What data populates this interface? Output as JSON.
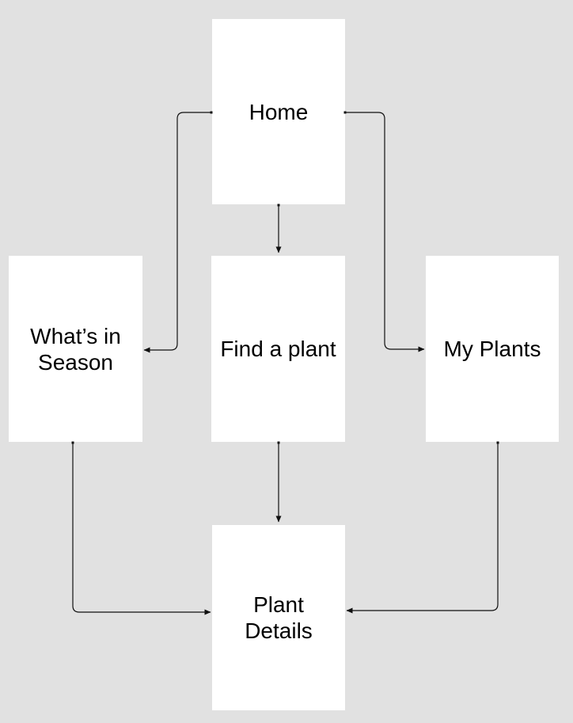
{
  "diagram": {
    "nodes": [
      {
        "id": "home",
        "label": "Home"
      },
      {
        "id": "whats-in-season",
        "label": "What’s in Season"
      },
      {
        "id": "find-a-plant",
        "label": "Find a plant"
      },
      {
        "id": "my-plants",
        "label": "My Plants"
      },
      {
        "id": "plant-details",
        "label": "Plant Details"
      }
    ],
    "edges": [
      {
        "from": "home",
        "to": "whats-in-season"
      },
      {
        "from": "home",
        "to": "find-a-plant"
      },
      {
        "from": "home",
        "to": "my-plants"
      },
      {
        "from": "whats-in-season",
        "to": "plant-details"
      },
      {
        "from": "find-a-plant",
        "to": "plant-details"
      },
      {
        "from": "my-plants",
        "to": "plant-details"
      }
    ],
    "colors": {
      "background": "#e1e1e1",
      "node_fill": "#ffffff",
      "connector": "#111111",
      "text": "#000000"
    }
  }
}
